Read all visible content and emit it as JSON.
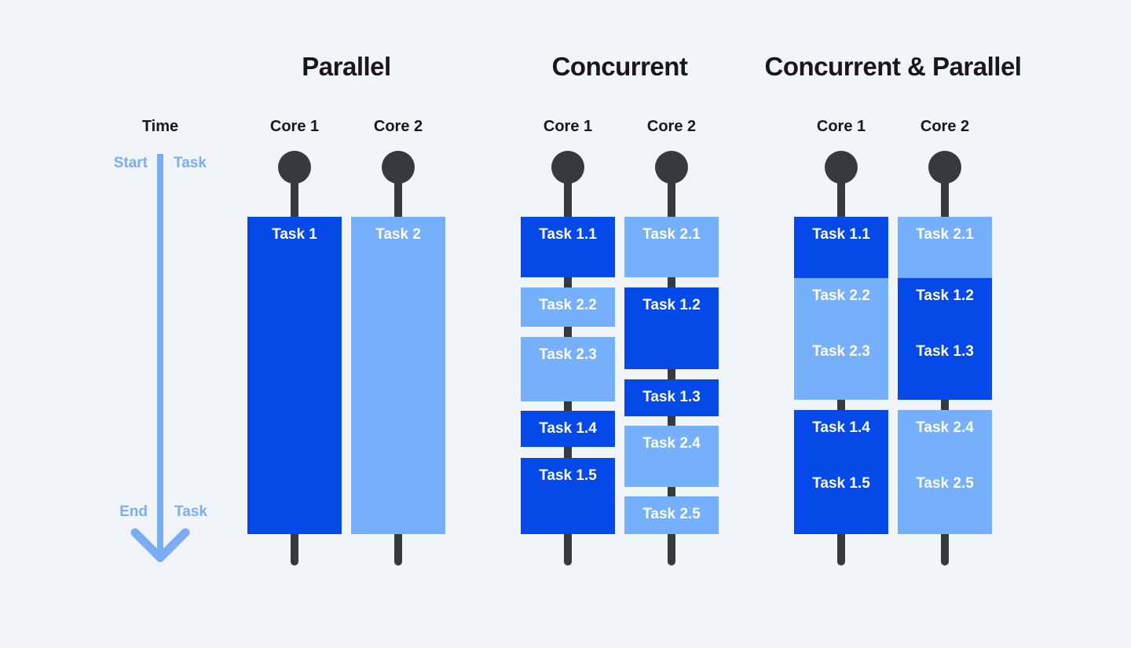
{
  "colors": {
    "background": "#f1f4f8",
    "dark_blue": "#0549e8",
    "light_blue": "#76affa",
    "timeline_blue": "#7aadf5",
    "stem_dark": "#36393d",
    "heading": "#17181a",
    "bar_text": "#ffffff"
  },
  "time_axis": {
    "title": "Time",
    "start_label": "Start",
    "task_label_top": "Task",
    "end_label": "End",
    "task_label_bottom": "Task"
  },
  "sections": [
    {
      "title": "Parallel",
      "cores": [
        {
          "label": "Core 1",
          "tasks": [
            {
              "label": "Task 1",
              "shade": "dark"
            }
          ]
        },
        {
          "label": "Core 2",
          "tasks": [
            {
              "label": "Task 2",
              "shade": "light"
            }
          ]
        }
      ]
    },
    {
      "title": "Concurrent",
      "cores": [
        {
          "label": "Core 1",
          "tasks": [
            {
              "label": "Task 1.1",
              "shade": "dark"
            },
            {
              "label": "Task 2.2",
              "shade": "light"
            },
            {
              "label": "Task 2.3",
              "shade": "light"
            },
            {
              "label": "Task 1.4",
              "shade": "dark"
            },
            {
              "label": "Task 1.5",
              "shade": "dark"
            }
          ]
        },
        {
          "label": "Core 2",
          "tasks": [
            {
              "label": "Task 2.1",
              "shade": "light"
            },
            {
              "label": "Task 1.2",
              "shade": "dark"
            },
            {
              "label": "Task 1.3",
              "shade": "dark"
            },
            {
              "label": "Task 2.4",
              "shade": "light"
            },
            {
              "label": "Task 2.5",
              "shade": "light"
            }
          ]
        }
      ]
    },
    {
      "title": "Concurrent & Parallel",
      "cores": [
        {
          "label": "Core 1",
          "tasks": [
            {
              "label": "Task 1.1",
              "shade": "dark"
            },
            {
              "label": "Task 2.2",
              "shade": "light"
            },
            {
              "label": "Task 2.3",
              "shade": "light"
            },
            {
              "label": "Task 1.4",
              "shade": "dark"
            },
            {
              "label": "Task 1.5",
              "shade": "dark"
            }
          ]
        },
        {
          "label": "Core 2",
          "tasks": [
            {
              "label": "Task 2.1",
              "shade": "light"
            },
            {
              "label": "Task 1.2",
              "shade": "dark"
            },
            {
              "label": "Task 1.3",
              "shade": "dark"
            },
            {
              "label": "Task 2.4",
              "shade": "light"
            },
            {
              "label": "Task 2.5",
              "shade": "light"
            }
          ]
        }
      ]
    }
  ]
}
